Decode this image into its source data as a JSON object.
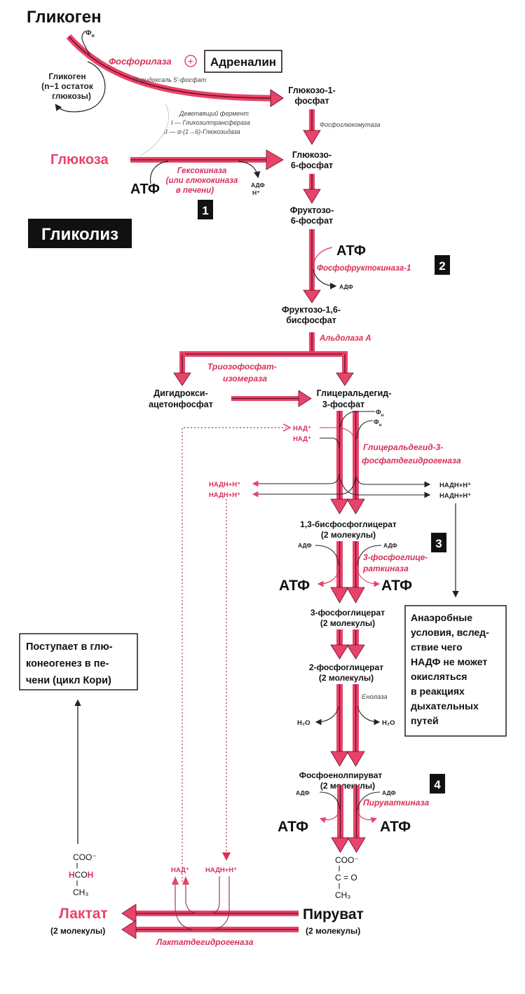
{
  "title": "Гликолиз",
  "colors": {
    "pathway": "#e8436a",
    "enzyme": "#d8305a",
    "text": "#111111",
    "badge": "#111111"
  },
  "metabolites": {
    "glycogen": "Гликоген",
    "glycogen_n1": [
      "Гликоген",
      "(n−1 остаток",
      "глюкозы)"
    ],
    "glucose": "Глюкоза",
    "g1p": [
      "Глюкозо-1-",
      "фосфат"
    ],
    "g6p": [
      "Глюкозо-",
      "6-фосфат"
    ],
    "f6p": [
      "Фруктозо-",
      "6-фосфат"
    ],
    "f16bp": [
      "Фруктозо-1,6-",
      "бисфосфат"
    ],
    "dhap": [
      "Дигидрокси-",
      "ацетонфосфат"
    ],
    "g3p": [
      "Глицеральдегид-",
      "3-фосфат"
    ],
    "bpg13": [
      "1,3-бисфосфоглицерат",
      "(2 молекулы)"
    ],
    "pg3": [
      "3-фосфоглицерат",
      "(2 молекулы)"
    ],
    "pg2": [
      "2-фосфоглицерат",
      "(2 молекулы)"
    ],
    "pep": [
      "Фосфоенолпируват",
      "(2 молекулы)"
    ],
    "pyruvate": [
      "Пируват",
      "(2 молекулы)"
    ],
    "lactate": [
      "Лактат",
      "(2 молекулы)"
    ]
  },
  "enzymes": {
    "phosphorylase": "Фосфорилаза",
    "pyridoxal": "Пиридоксаль 5'-фосфат",
    "debranching": [
      "Деветвящий фермент",
      "I — Гликозилтрансфераза",
      "II — α-(1→6)-Глюкозидаза"
    ],
    "phosphoglucomutase": "Фосфоглюкомутаза",
    "hexokinase": [
      "Гексокиназа",
      "(или глюкокиназа",
      "в печени)"
    ],
    "pfk1": "Фосфофруктокиназа-1",
    "aldolase": "Альдолаза А",
    "tpi": [
      "Триозофосфат-",
      "изомераза"
    ],
    "gapdh": [
      "Глицеральдегид-3-",
      "фосфатдегидрогеназа"
    ],
    "pgk": [
      "3-фосфоглице-",
      "раткиназа"
    ],
    "enolase": "Енолаза",
    "pyruvate_kinase": "Пируваткиназа",
    "ldh": "Лактатдегидрогеназа"
  },
  "cofactors": {
    "pi": "Ф",
    "pi_sub": "н",
    "atp": "АТФ",
    "adp": "АДФ",
    "h_plus": "H⁺",
    "nad": "НАД⁺",
    "nadh": "НАДН+Н⁺",
    "water": "H₂O",
    "plus_sign": "+"
  },
  "activator": "Адреналин",
  "badges": [
    "1",
    "2",
    "3",
    "4"
  ],
  "notes": {
    "anaerobic": [
      "Анаэробные",
      "условия, вслед-",
      "ствие чего",
      "НАДФ не может",
      "окисляться",
      "в реакциях",
      "дыхательных",
      "путей"
    ],
    "cori": [
      "Поступает в глю-",
      "конеогенез в пе-",
      "чени (цикл Кори)"
    ]
  },
  "structures": {
    "pyruvate": [
      "COO⁻",
      "C = O",
      "CH₃"
    ],
    "lactate": [
      "COO⁻",
      "HCOH",
      "CH₃"
    ]
  }
}
